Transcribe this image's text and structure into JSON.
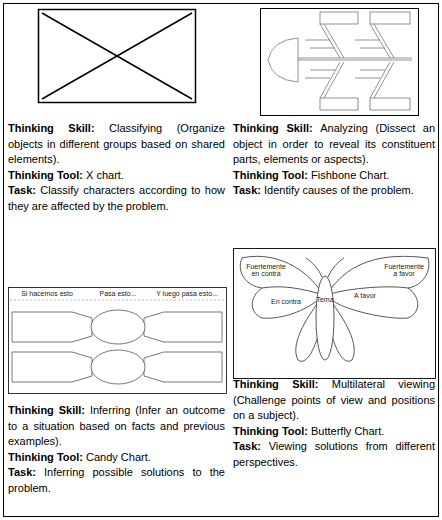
{
  "diagram": {
    "labels": [
      "Thinking Skill:",
      "Classifying (Organize objects in different groups based on shared elements).",
      "Thinking Tool:",
      "X chart.",
      "Task:",
      "Classify characters according to how they are affected by the problem.",
      "Thinking Skill:",
      "Analyzing (Dissect an object in order to reveal its constituent parts, elements or aspects).",
      "Thinking Tool:",
      "Fishbone Chart.",
      "Task:",
      "Identify causes of the problem.",
      "Si hacemos esto",
      "Pasa esto...",
      "Y luego pasa esto...",
      "Thinking Skill:",
      "Inferring (Infer an outcome to a situation based on facts and previous examples).",
      "Thinking Tool:",
      "Candy Chart.",
      "Task:",
      "Inferring possible solutions to the problem.",
      "Fuertemente en contra",
      "En contra",
      "Tema",
      "A favor",
      "Fuertemente a favor",
      "Thinking Skill:",
      "Multilateral viewing (Challenge points of view and positions on a subject).",
      "Thinking Tool:",
      "Butterfly Chart.",
      "Task:",
      "Viewing solutions from different perspectives."
    ]
  }
}
